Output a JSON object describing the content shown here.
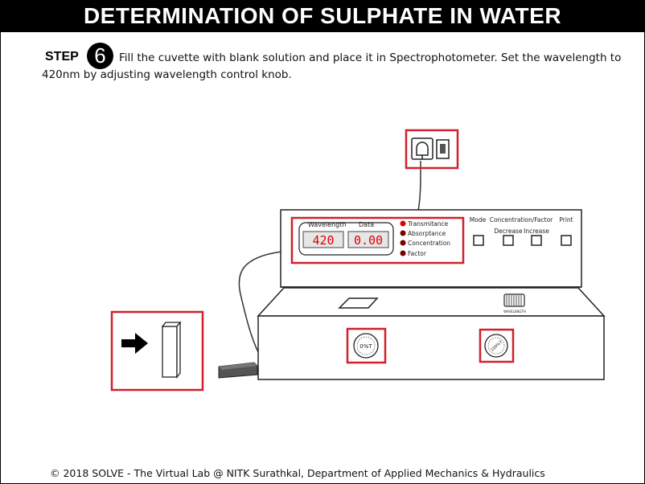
{
  "header": {
    "title": "DETERMINATION OF SULPHATE IN WATER"
  },
  "step": {
    "label": "STEP",
    "number": "6",
    "instruction": "Fill the cuvette with blank solution and place it in Spectrophotometer. Set the wavelength to 420nm by adjusting wavelength control knob."
  },
  "instrument": {
    "display": {
      "wavelength_label": "Wavelength",
      "data_label": "Data",
      "wavelength_value": "420",
      "data_value": "0.00"
    },
    "modes": [
      "Transmitance",
      "Absorptance",
      "Concentration",
      "Factor"
    ],
    "active_mode_index": 0,
    "controls": {
      "mode_label": "Mode",
      "concentration_factor_label": "Concentration/Factor",
      "decrease_label": "Decrease",
      "increase_label": "Increase",
      "print_label": "Print"
    },
    "knobs": {
      "zero_t_label": "0%T",
      "hundred_t_label": "100%T",
      "wavelength_knob_label": "WAVELENGTH"
    }
  },
  "colors": {
    "highlight": "#d0202a",
    "active_mode": "#e00000",
    "inactive_mode": "#7a0000",
    "display_bg": "#e6e6e6",
    "display_text": "#e00000"
  },
  "footer": {
    "text": "© 2018 SOLVE - The Virtual Lab @ NITK Surathkal, Department of Applied Mechanics & Hydraulics"
  }
}
